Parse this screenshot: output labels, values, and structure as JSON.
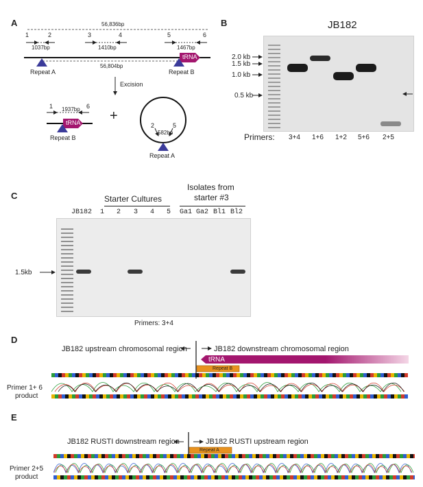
{
  "panels": {
    "A": "A",
    "B": "B",
    "C": "C",
    "D": "D",
    "E": "E"
  },
  "panelA": {
    "top_span": "56,836bp",
    "under_span": "56,804bp",
    "primers": [
      "1",
      "2",
      "3",
      "4",
      "5",
      "6"
    ],
    "segments": [
      "1037bp",
      "1410bp",
      "1467bp"
    ],
    "trna": "tRNA",
    "repeatA": "Repeat A",
    "repeatB": "Repeat B",
    "excision": "Excision",
    "plus": "+",
    "lower_left_primers": [
      "1",
      "6"
    ],
    "lower_left_span": "1937bp",
    "circle_primers": [
      "2",
      "5"
    ],
    "circle_span": "582bp"
  },
  "panelB": {
    "title": "JB182",
    "markers": [
      "2.0 kb",
      "1.5 kb",
      "1.0 kb",
      "0.5 kb"
    ],
    "primers_label": "Primers:",
    "lanes": [
      "3+4",
      "1+6",
      "1+2",
      "5+6",
      "2+5"
    ]
  },
  "panelC": {
    "group1": "Starter Cultures",
    "group2_line1": "Isolates from",
    "group2_line2": "starter #3",
    "lanes": [
      "JB182",
      "1",
      "2",
      "3",
      "4",
      "5",
      "Ga1",
      "Ga2",
      "Bl1",
      "Bl2"
    ],
    "marker": "1.5kb",
    "primers": "Primers: 3+4"
  },
  "panelD": {
    "left_region": "JB182 upstream chromosomal region",
    "right_region": "JB182 downstream chromosomal region",
    "trna": "tRNA",
    "repeat": "Repeat B",
    "product_line1": "Primer 1+ 6",
    "product_line2": "product"
  },
  "panelE": {
    "left_region": "JB182 RUSTI downstream region",
    "right_region": "JB182 RUSTI upstream region",
    "repeat": "Repeat A",
    "product_line1": "Primer 2+5",
    "product_line2": "product"
  },
  "colors": {
    "trna": "#a3166e",
    "repeat_triangle": "#3b3b9a",
    "repeat_box": "#e8921f"
  }
}
